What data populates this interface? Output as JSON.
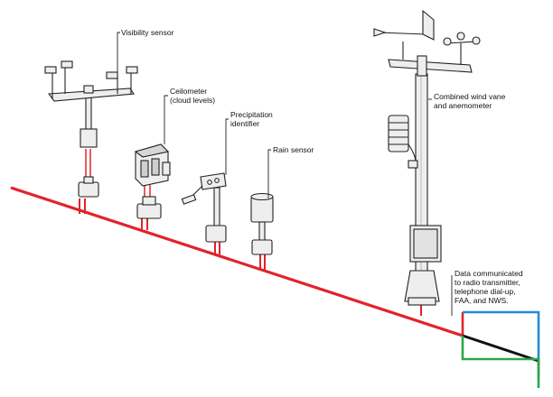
{
  "labels": {
    "visibility_sensor": "Visibility sensor",
    "ceilometer": [
      "Ceilometer",
      "(cloud levels)"
    ],
    "precipitation": [
      "Precipitation",
      "identifier"
    ],
    "rain_sensor": "Rain sensor",
    "wind": [
      "Combined wind vane",
      "and anemometer"
    ],
    "data": [
      "Data communicated",
      "to radio transmitter,",
      "telephone dial-up,",
      "FAA, and NWS."
    ]
  },
  "colors": {
    "main_cable": "#e2232a",
    "wire_blue": "#1f8ed6",
    "wire_black": "#111111",
    "wire_green": "#2aa84a",
    "equipment_fill": "#eeeeee",
    "equipment_stroke": "#222222"
  }
}
